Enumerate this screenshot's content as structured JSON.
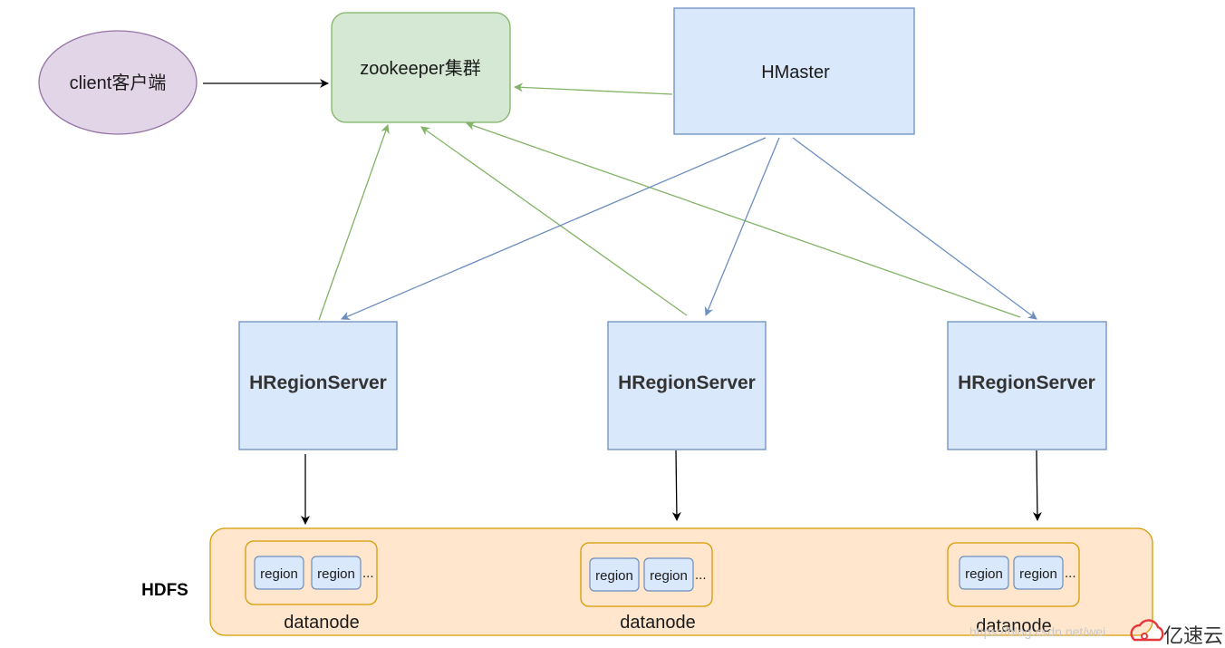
{
  "nodes": {
    "client": "client客户端",
    "zookeeper": "zookeeper集群",
    "hmaster": "HMaster",
    "region_servers": [
      "HRegionServer",
      "HRegionServer",
      "HRegionServer"
    ]
  },
  "hdfs": {
    "label": "HDFS",
    "datanodes": [
      {
        "label": "datanode",
        "regions": [
          "region",
          "region"
        ],
        "more": "..."
      },
      {
        "label": "datanode",
        "regions": [
          "region",
          "region"
        ],
        "more": "..."
      },
      {
        "label": "datanode",
        "regions": [
          "region",
          "region"
        ],
        "more": "..."
      }
    ]
  },
  "watermark": {
    "url": "https://blog.csdn.net/wei",
    "brand": "亿速云"
  },
  "colors": {
    "client_fill": "#e1d5e7",
    "client_stroke": "#9673a6",
    "zk_fill": "#d5e8d4",
    "zk_stroke": "#82b366",
    "server_fill": "#dae8fc",
    "server_stroke": "#6c8ebf",
    "hdfs_fill": "#ffe6cc",
    "hdfs_stroke": "#d79b00",
    "black_edge": "#000000",
    "green_edge": "#82b366",
    "blue_edge": "#6c8ebf",
    "brand_red": "#e4393c"
  }
}
